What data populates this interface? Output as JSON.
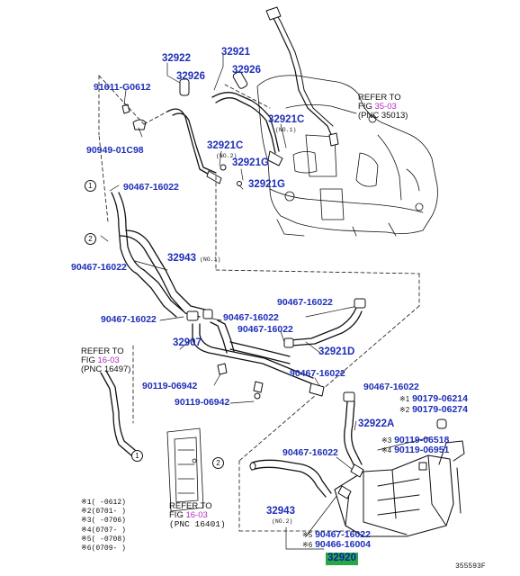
{
  "labels": {
    "p32922": "32922",
    "p32926a": "32926",
    "p32921": "32921",
    "p32926b": "32926",
    "p91611": "91611-G0612",
    "p90949": "90949-01C98",
    "p32921c_1": "32921C",
    "no1_a": "(NO.1)",
    "p32921c_2": "32921C",
    "no2_a": "(NO.2)",
    "p32921g_1": "32921G",
    "p32921g_2": "32921G",
    "p90467_1": "90467-16022",
    "p90467_2": "90467-16022",
    "p32943_1": "32943",
    "no1_b": "(NO.1)",
    "p90467_3": "90467-16022",
    "p90467_4": "90467-16022",
    "p90467_5": "90467-16022",
    "p90467_6": "90467-16022",
    "p32907": "32907",
    "p32921d": "32921D",
    "p90119_1": "90119-06942",
    "p90467_7": "90467-16022",
    "p90119_2": "90119-06942",
    "p90467_8": "90467-16022",
    "p90179_1": "90179-06214",
    "p90179_2": "90179-06274",
    "p32922a": "32922A",
    "p90119_3": "90119-06518",
    "p90119_4": "90119-06951",
    "p90467_9": "90467-16022",
    "p32943_2": "32943",
    "no2_b": "(NO.2)",
    "p90467_10": "90467-16022",
    "p90466": "90466-16004",
    "p32920": "32920",
    "mark1": "※1",
    "mark2": "※2",
    "mark3": "※3",
    "mark4": "※4",
    "mark5": "※5",
    "mark6": "※6",
    "drawing_no": "355593F"
  },
  "refs": {
    "r1": {
      "refer": "REFER TO",
      "fig_prefix": "FIG ",
      "fig": "35-03",
      "pnc": "(PNC 35013)"
    },
    "r2": {
      "refer": "REFER TO",
      "fig_prefix": "FIG ",
      "fig": "16-03",
      "pnc": "(PNC 16497)"
    },
    "r3": {
      "refer": "REFER TO",
      "fig_prefix": "FIG ",
      "fig": "16-03",
      "pnc": "(PNC 16401)"
    }
  },
  "callouts": {
    "c1a": "1",
    "c2a": "2",
    "c1b": "1",
    "c2b": "2"
  },
  "legend": [
    {
      "mark": "※1",
      "range": "(    -0612)"
    },
    {
      "mark": "※2",
      "range": "(0701-    )"
    },
    {
      "mark": "※3",
      "range": "(    -0706)"
    },
    {
      "mark": "※4",
      "range": "(0707-    )"
    },
    {
      "mark": "※5",
      "range": "(    -0708)"
    },
    {
      "mark": "※6",
      "range": "(0709-    )"
    }
  ],
  "colors": {
    "part_number": "#1e2fb8",
    "fig_ref": "#b02cc0",
    "highlight": "#27a844"
  }
}
